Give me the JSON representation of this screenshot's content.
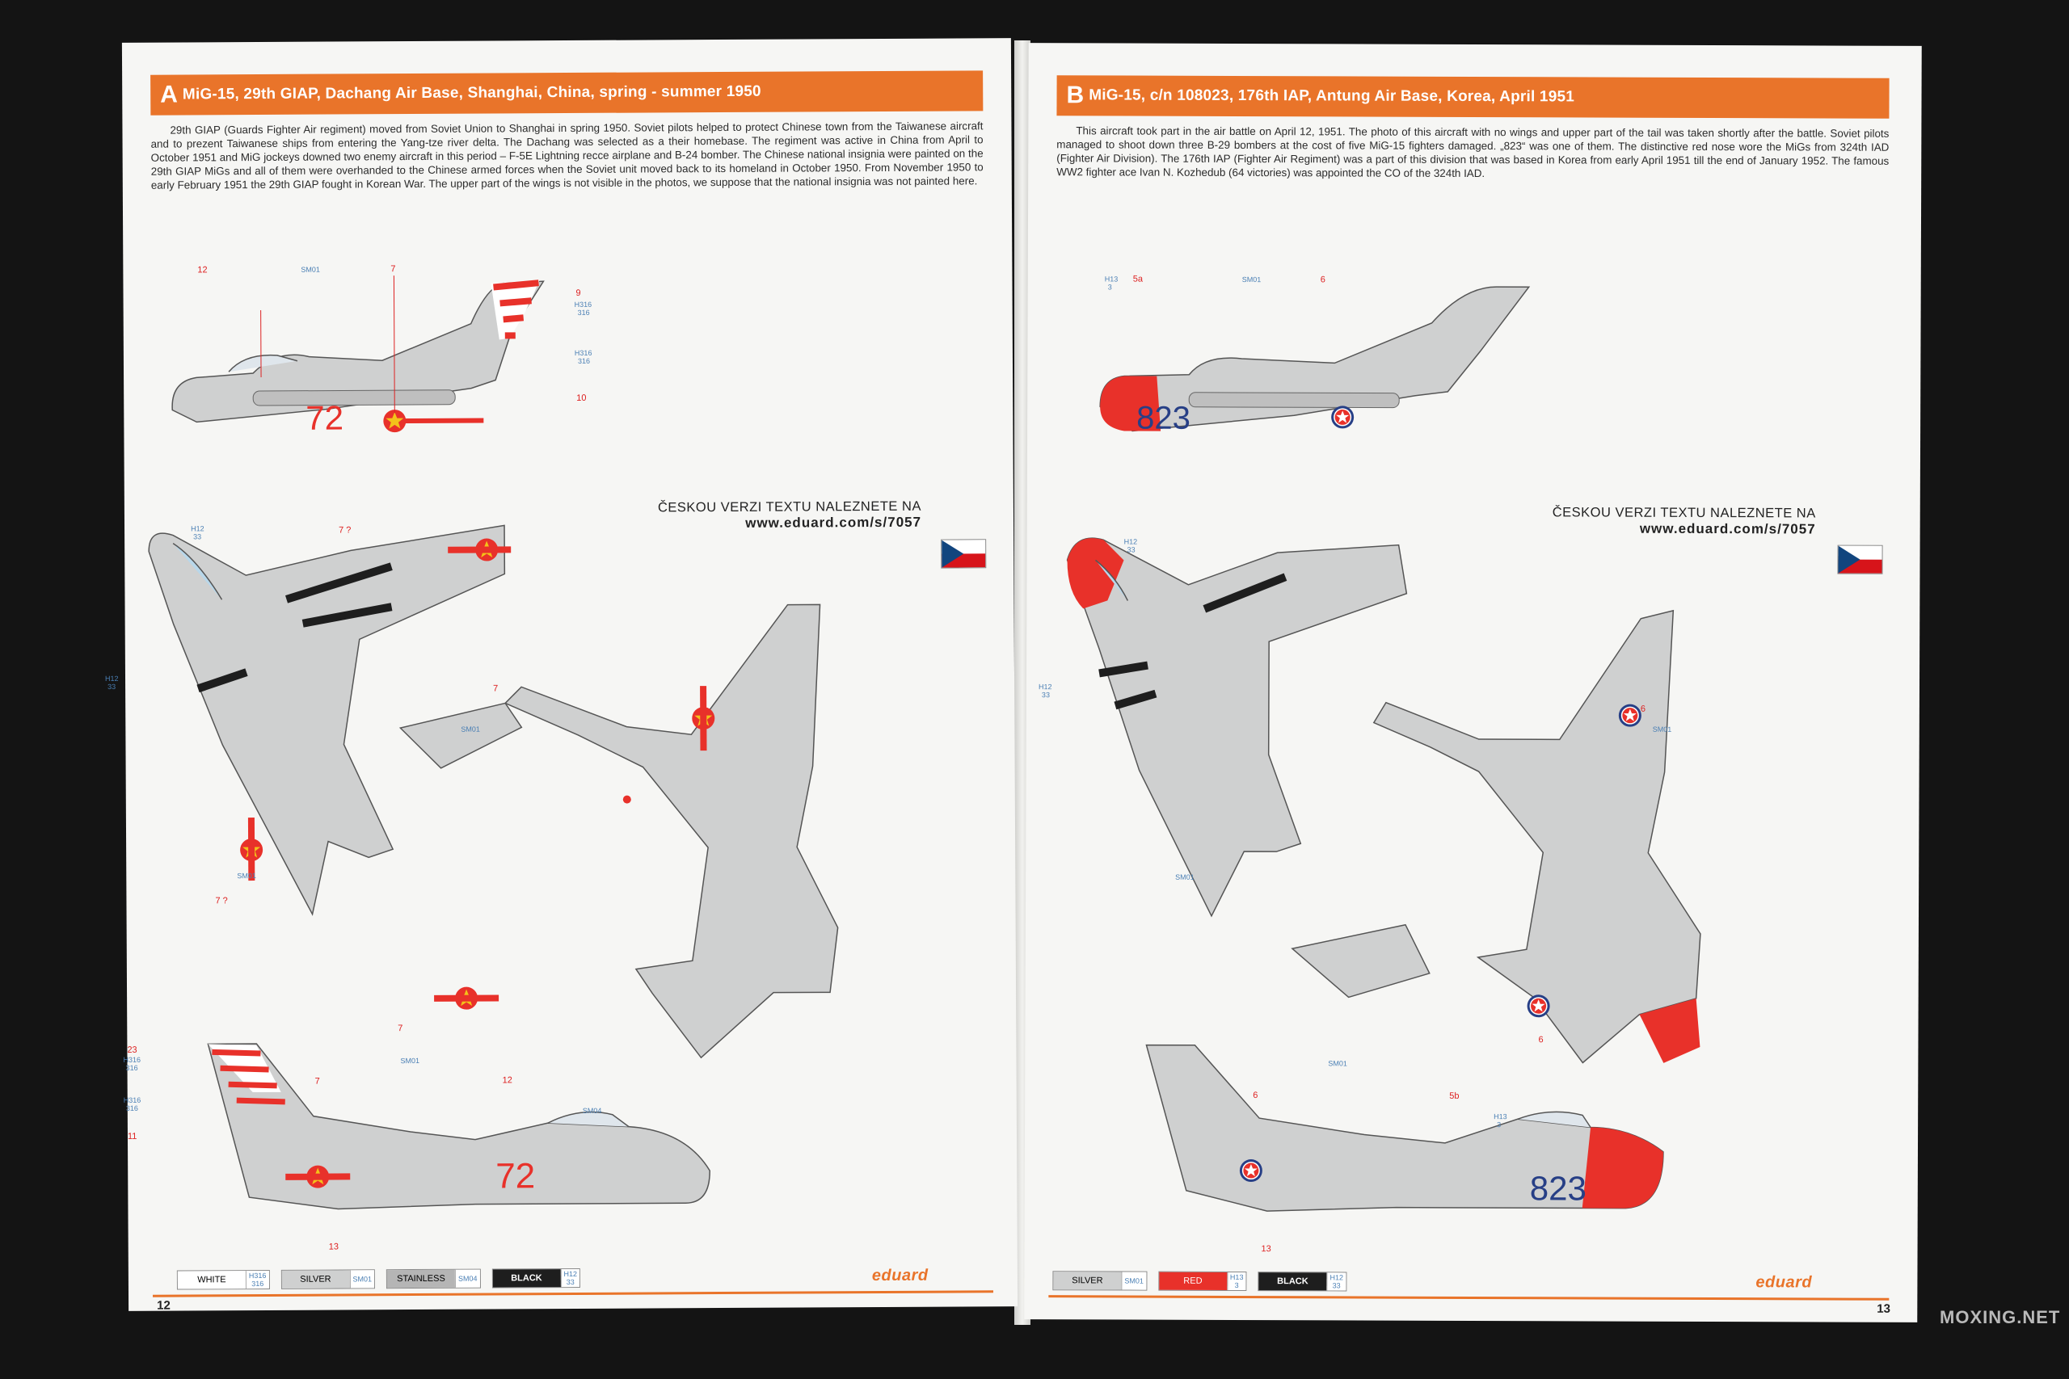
{
  "left_page": {
    "header_letter": "A",
    "header_title": "MiG-15, 29th GIAP, Dachang Air Base, Shanghai, China, spring - summer 1950",
    "description": "29th GIAP (Guards Fighter Air regiment) moved from Soviet Union to Shanghai in spring 1950. Soviet pilots helped to protect Chinese town from the Taiwanese aircraft and to prezent Taiwanese ships from entering the Yang-tze river delta. The Dachang was selected as a their homebase. The regiment was active in China from April to October 1951 and MiG jockeys downed two enemy aircraft in this period – F-5E Lightning recce airplane and B-24 bomber. The Chinese national insignia were painted on the 29th GIAP MiGs and all of them were overhanded to the Chinese armed forces when the Soviet unit moved back to its homeland in October 1950. From November 1950 to early February 1951 the 29th GIAP fought in Korean War. The upper part of the wings is not visible in the photos, we suppose that the national insignia was not painted here.",
    "link_caption": "ČESKOU VERZI TEXTU NALEZNETE NA",
    "link_url": "www.eduard.com/s/7057",
    "side_number": "72",
    "callouts": {
      "c12a": "12",
      "c7a": "7",
      "c9": "9",
      "c10": "10",
      "c7q1": "7 ?",
      "c7q2": "7 ?",
      "c7b": "7",
      "c7c": "7",
      "c23": "23",
      "c11": "11",
      "c7d": "7",
      "c12b": "12",
      "c13": "13"
    },
    "code_labels": {
      "sm01a": "SM01",
      "h316a": "H316",
      "h316a2": "316",
      "h316b": "H316",
      "h316b2": "316",
      "h12a": "H12",
      "h12a2": "33",
      "h12b": "H12",
      "h12b2": "33",
      "sm01b": "SM01",
      "sm01c": "SM01",
      "h316c": "H316",
      "h316c2": "316",
      "h316d": "H316",
      "h316d2": "316",
      "sm01d": "SM01",
      "sm04": "SM04"
    },
    "legend": [
      {
        "name": "WHITE",
        "code1": "H316",
        "code2": "316"
      },
      {
        "name": "SILVER",
        "code1": "SM01",
        "code2": ""
      },
      {
        "name": "STAINLESS",
        "code1": "SM04",
        "code2": ""
      },
      {
        "name": "BLACK",
        "code1": "H12",
        "code2": "33"
      }
    ],
    "page_number": "12",
    "brand": "eduard"
  },
  "right_page": {
    "header_letter": "B",
    "header_title": "MiG-15, c/n 108023, 176th IAP, Antung Air Base, Korea, April 1951",
    "description": "This aircraft took part in the air battle on April 12, 1951. The photo of this aircraft with no wings and upper part of the tail was taken shortly after the battle. Soviet pilots managed to shoot down three B-29 bombers at the cost of five MiG-15 fighters damaged. „823“ was one of them. The distinctive red nose wore the MiGs from 324th IAD (Fighter Air Division). The 176th IAP (Fighter Air Regiment) was a part of this division that was based in Korea from early April 1951 till the end of January 1952. The famous WW2 fighter ace Ivan N. Kozhedub (64 victories) was appointed the CO of the 324th IAD.",
    "link_caption": "ČESKOU VERZI TEXTU NALEZNETE NA",
    "link_url": "www.eduard.com/s/7057",
    "side_number": "823",
    "callouts": {
      "c5a": "5a",
      "c6a": "6",
      "c6b": "6",
      "c6c": "6",
      "c6d": "6",
      "c5b": "5b",
      "c13": "13"
    },
    "code_labels": {
      "h13a": "H13",
      "h13a2": "3",
      "sm01a": "SM01",
      "h12a": "H12",
      "h12a2": "33",
      "h12b": "H12",
      "h12b2": "33",
      "sm01b": "SM01",
      "sm01c": "SM01",
      "sm01d": "SM01",
      "h13b": "H13",
      "h13b2": "3"
    },
    "legend": [
      {
        "name": "SILVER",
        "code1": "SM01",
        "code2": ""
      },
      {
        "name": "RED",
        "code1": "H13",
        "code2": "3"
      },
      {
        "name": "BLACK",
        "code1": "H12",
        "code2": "33"
      }
    ],
    "page_number": "13",
    "brand": "eduard"
  },
  "watermark": "MOXING.NET",
  "colors": {
    "accent_orange": "#e9742a",
    "silver": "#cfd0d0",
    "red": "#e8312a",
    "star_yellow": "#f3c21a",
    "korean_blue": "#273f86",
    "black": "#1e1e1e",
    "code_blue": "#4a7fb4"
  }
}
